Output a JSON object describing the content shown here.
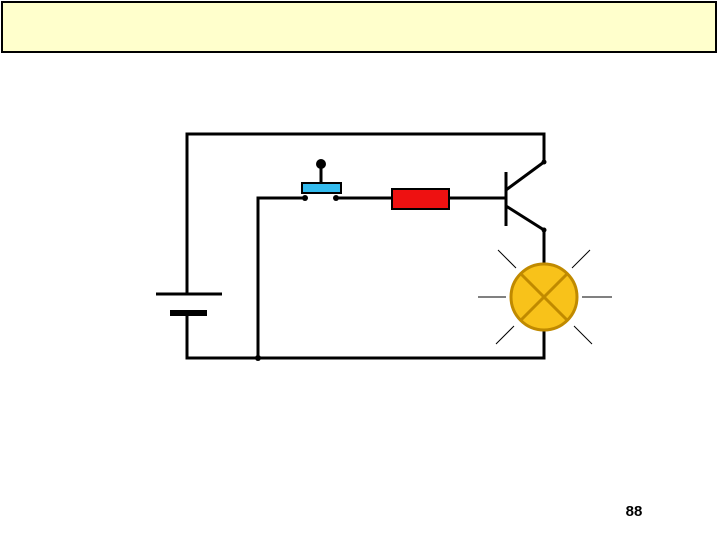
{
  "slide": {
    "title": "",
    "page_number": "88"
  },
  "diagram": {
    "components": [
      "battery",
      "push-button-switch",
      "resistor",
      "transistor",
      "lamp"
    ],
    "colors": {
      "wire": "#000000",
      "switch_button": "#33bbee",
      "resistor": "#ee1111",
      "lamp_fill": "#f8c21a",
      "lamp_outline": "#c08a00",
      "title_bar_fill": "#ffffcc"
    },
    "lamp_state": "lit"
  }
}
